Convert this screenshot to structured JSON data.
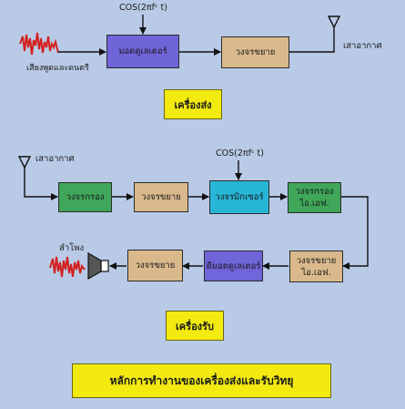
{
  "transmitter": {
    "carrier_label": "COS(2πfᶜ t)",
    "input_label": "เสียงพูดและดนตรี",
    "modulator": "มอดดูเลเตอร์",
    "amplifier": "วงจรขยาย",
    "antenna_label": "เสาอากาศ",
    "title": "เครื่องส่ง"
  },
  "receiver": {
    "antenna_label": "เสาอากาศ",
    "carrier_label": "COS(2πfᶜ t)",
    "filter": "วงจรกรอง",
    "amplifier": "วงจรขยาย",
    "mixer": "วงจรมิกเซอร์",
    "if_filter_line1": "วงจรกรอง",
    "if_filter_line2": "ไอ.เอฟ.",
    "if_amp_line1": "วงจรขยาย",
    "if_amp_line2": "ไอ.เอฟ.",
    "demodulator": "ดีมอดดูเลเตอร์",
    "audio_amp": "วงจรขยาย",
    "speaker_label": "ลำโพง",
    "title": "เครื่องรับ"
  },
  "caption": "หลักการทำงานของเครื่องส่งและรับวิทยุ",
  "colors": {
    "background": "#b9cae6",
    "modulator": "#6f64d8",
    "amplifier": "#d9b98c",
    "filter": "#3fa65a",
    "mixer": "#27b6d8",
    "title_box": "#f2ea10",
    "signal_wave": "#d42020"
  }
}
